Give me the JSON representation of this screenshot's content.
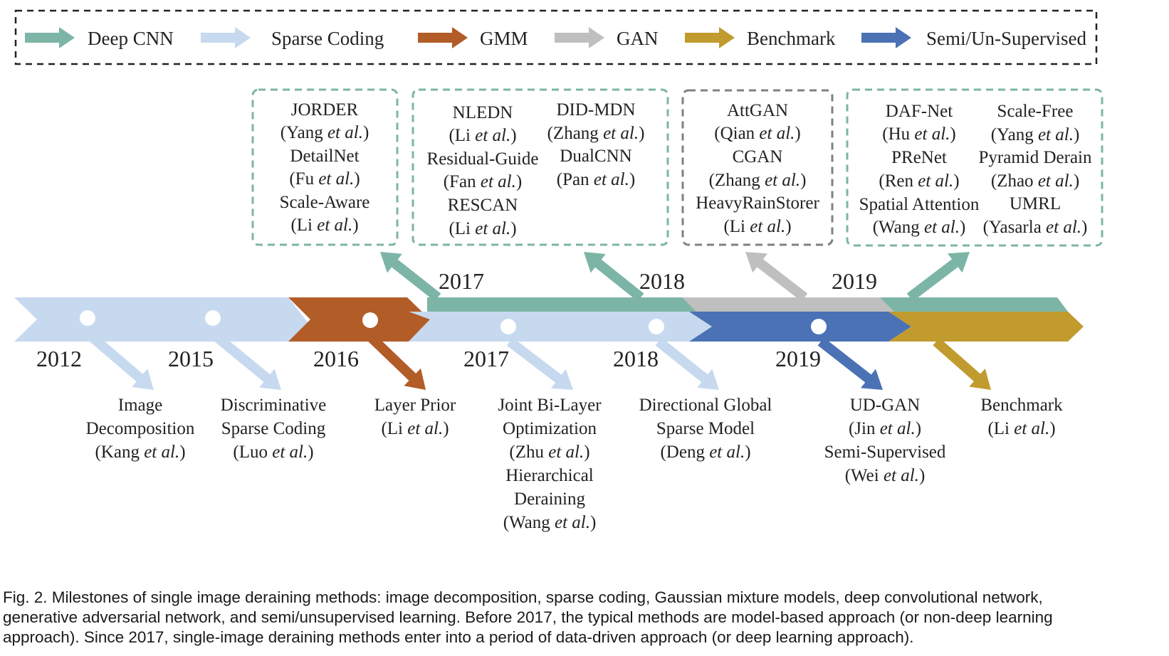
{
  "legend": [
    {
      "label": "Deep CNN",
      "color": "#7cb5a6"
    },
    {
      "label": "Sparse Coding",
      "color": "#c6d9ef"
    },
    {
      "label": "GMM",
      "color": "#b25c27"
    },
    {
      "label": "GAN",
      "color": "#bfbfbf"
    },
    {
      "label": "Benchmark",
      "color": "#c19b2e"
    },
    {
      "label": "Semi/Un-Supervised",
      "color": "#4a72b4"
    }
  ],
  "upper_years": [
    "2017",
    "2018",
    "2019"
  ],
  "lower_years": [
    "2012",
    "2015",
    "2016",
    "2017",
    "2018",
    "2019"
  ],
  "upper_boxes": [
    {
      "border": "#7cb5a6",
      "columns": [
        [
          {
            "name": "JORDER",
            "authors": "Yang"
          },
          {
            "name": "DetailNet",
            "authors": "Fu"
          },
          {
            "name": "Scale-Aware",
            "authors": "Li"
          }
        ]
      ]
    },
    {
      "border": "#7cb5a6",
      "columns": [
        [
          {
            "name": "NLEDN",
            "authors": "Li"
          },
          {
            "name": "Residual-Guide",
            "authors": "Fan"
          },
          {
            "name": "RESCAN",
            "authors": "Li"
          }
        ],
        [
          {
            "name": "DID-MDN",
            "authors": "Zhang"
          },
          {
            "name": "DualCNN",
            "authors": "Pan"
          }
        ]
      ]
    },
    {
      "border": "#808080",
      "columns": [
        [
          {
            "name": "AttGAN",
            "authors": "Qian"
          },
          {
            "name": "CGAN",
            "authors": "Zhang"
          },
          {
            "name": "HeavyRainStorer",
            "authors": "Li"
          }
        ]
      ]
    },
    {
      "border": "#7cb5a6",
      "columns": [
        [
          {
            "name": "DAF-Net",
            "authors": "Hu"
          },
          {
            "name": "PReNet",
            "authors": "Ren"
          },
          {
            "name": "Spatial Attention",
            "authors": "Wang"
          }
        ],
        [
          {
            "name": "Scale-Free",
            "authors": "Yang"
          },
          {
            "name": "Pyramid Derain",
            "authors": "Zhao"
          },
          {
            "name": "UMRL",
            "authors": "Yasarla"
          }
        ]
      ]
    }
  ],
  "lower_items": [
    {
      "color": "#c6d9ef",
      "entries": [
        {
          "name_lines": [
            "Image",
            "Decomposition"
          ],
          "authors": "Kang"
        }
      ]
    },
    {
      "color": "#c6d9ef",
      "entries": [
        {
          "name_lines": [
            "Discriminative",
            "Sparse Coding"
          ],
          "authors": "Luo"
        }
      ]
    },
    {
      "color": "#b25c27",
      "entries": [
        {
          "name_lines": [
            "Layer Prior"
          ],
          "authors": "Li"
        }
      ]
    },
    {
      "color": "#c6d9ef",
      "entries": [
        {
          "name_lines": [
            "Joint Bi-Layer",
            "Optimization"
          ],
          "authors": "Zhu"
        },
        {
          "name_lines": [
            "Hierarchical",
            "Deraining"
          ],
          "authors": "Wang"
        }
      ]
    },
    {
      "color": "#c6d9ef",
      "entries": [
        {
          "name_lines": [
            "Directional Global",
            "Sparse Model"
          ],
          "authors": "Deng"
        }
      ]
    },
    {
      "color": "#4a72b4",
      "entries": [
        {
          "name_lines": [
            "UD-GAN"
          ],
          "authors": "Jin"
        },
        {
          "name_lines": [
            "Semi-Supervised"
          ],
          "authors": "Wei"
        }
      ]
    },
    {
      "color": "#c19b2e",
      "entries": [
        {
          "name_lines": [
            "Benchmark"
          ],
          "authors": "Li"
        }
      ]
    }
  ],
  "etal": "et al.",
  "caption": "Fig. 2. Milestones of single image deraining methods: image decomposition, sparse coding, Gaussian mixture models, deep convolutional network,\ngenerative adversarial network, and semi/unsupervised learning. Before 2017, the typical methods are model-based approach (or non-deep learning\napproach). Since 2017, single-image deraining methods enter into a period of data-driven approach (or deep learning approach)."
}
